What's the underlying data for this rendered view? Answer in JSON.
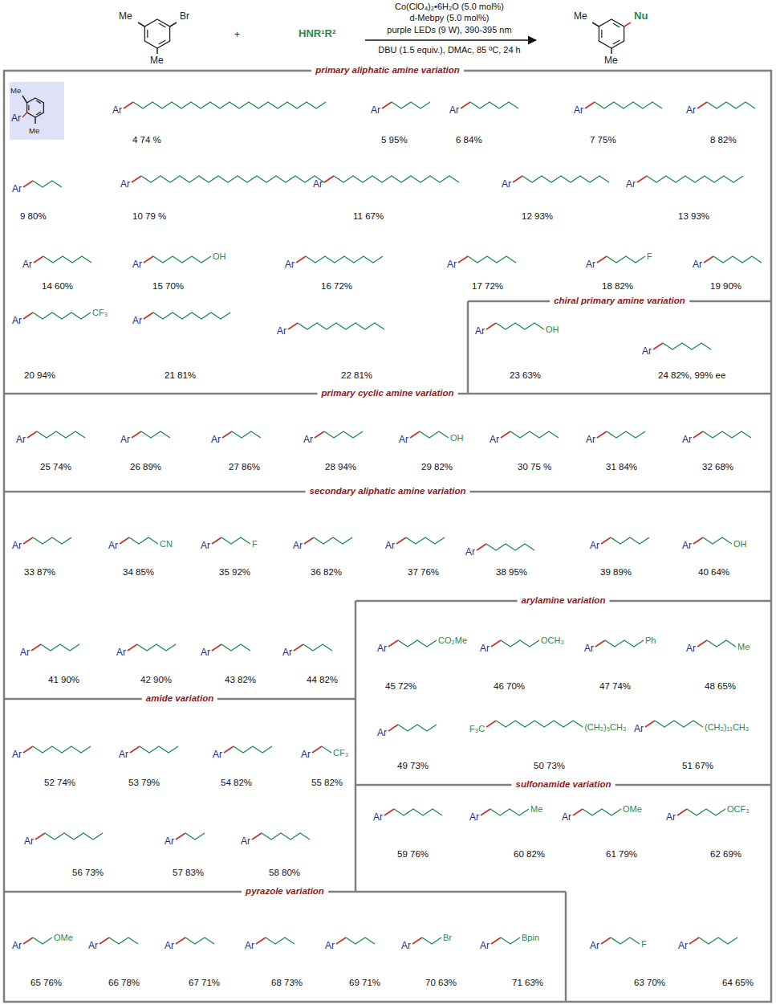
{
  "diagram": {
    "nodes": [
      {
        "text": [
          "primary aliphatic amine variation"
        ]
      },
      {
        "text": [
          "chiral primary amine variation"
        ],
        "in": 0
      },
      {
        "text": [
          "primary cyclic amine variation"
        ]
      },
      {
        "text": [
          "secondary aliphatic amine variation"
        ]
      },
      {
        "text": [
          "arylamine variation"
        ]
      },
      {
        "text": [
          "amide variation"
        ]
      },
      {
        "text": [
          "sulfonamide variation"
        ]
      },
      {
        "text": [
          "pyrazole variation"
        ]
      }
    ],
    "labels": [
      "Me",
      "Br",
      "Me",
      "+",
      "HNR¹R²",
      "Co(ClO₄)₂•6H₂O  (5.0 mol%)",
      "d-Mebpy (5.0 mol%)",
      "purple LEDs (9 W), 390-395 nm",
      "DBU (1.5 equiv.), DMAc, 85 ºC, 24 h",
      "Me",
      "Nu",
      "Me",
      "Me",
      "Ar",
      "Me",
      "Ar",
      "4 74 %",
      "Ar",
      "5 95%",
      "Ar",
      "6 84%",
      "Ar",
      "7 75%",
      "Ar",
      "8 82%",
      "Ar",
      "9 80%",
      "Ar",
      "10 79 %",
      "Ar",
      "11 67%",
      "Ar",
      "12 93%",
      "Ar",
      "13 93%",
      "Ar",
      "14 60%",
      "Ar",
      "OH",
      "15 70%",
      "Ar",
      "16 72%",
      "Ar",
      "17 72%",
      "Ar",
      "F",
      "18 82%",
      "Ar",
      "19 90%",
      "Ar",
      "CF₃",
      "20 94%",
      "Ar",
      "21 81%",
      "Ar",
      "22 81%",
      "Ar",
      "OH",
      "23 63%",
      "Ar",
      "24 82%, 99% ee",
      "Ar",
      "25 74%",
      "Ar",
      "26 89%",
      "Ar",
      "27 86%",
      "Ar",
      "28 94%",
      "Ar",
      "OH",
      "29 82%",
      "Ar",
      "30 75 %",
      "Ar",
      "31 84%",
      "Ar",
      "32 68%",
      "Ar",
      "33 87%",
      "Ar",
      "CN",
      "34 85%",
      "Ar",
      "F",
      "35 92%",
      "Ar",
      "36 82%",
      "Ar",
      "37 76%",
      "Ar",
      "38 95%",
      "Ar",
      "39 89%",
      "Ar",
      "OH",
      "40 64%",
      "Ar",
      "41 90%",
      "Ar",
      "42 90%",
      "Ar",
      "43 82%",
      "Ar",
      "44 82%",
      "Ar",
      "CO₂Me",
      "45 72%",
      "Ar",
      "OCH₃",
      "46 70%",
      "Ar",
      "Ph",
      "47 74%",
      "Ar",
      "Me",
      "48 65%",
      "Ar",
      "49 73%",
      "F₃C",
      "(CH₂)₅CH₃",
      "50 73%",
      "Ar",
      "(CH₂)₁₁CH₃",
      "51 67%",
      "Ar",
      "52 74%",
      "Ar",
      "53 79%",
      "Ar",
      "54 82%",
      "Ar",
      "CF₃",
      "55 82%",
      "Ar",
      "56 73%",
      "Ar",
      "57 83%",
      "Ar",
      "58 80%",
      "Ar",
      "59 76%",
      "Ar",
      "Me",
      "60 82%",
      "Ar",
      "OMe",
      "61 79%",
      "Ar",
      "OCF₃",
      "62 69%",
      "Ar",
      "F",
      "63 70%",
      "Ar",
      "64 65%",
      "Ar",
      "OMe",
      "65 76%",
      "Ar",
      "66 78%",
      "Ar",
      "67 71%",
      "Ar",
      "68 73%",
      "Ar",
      "69 71%",
      "Ar",
      "Br",
      "70 63%",
      "Ar",
      "Bpin",
      "71 63%"
    ]
  }
}
